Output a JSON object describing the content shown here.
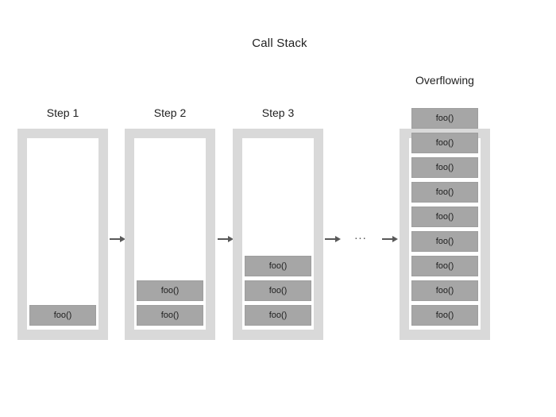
{
  "title": "Call Stack",
  "frame_label": "foo()",
  "ellipsis": "...",
  "colors": {
    "container": "#d9d9d9",
    "inner": "#ffffff",
    "frame": "#a6a6a6",
    "frame_border": "#9e9e9e",
    "arrow": "#595959",
    "text": "#1f1f1f"
  },
  "columns": [
    {
      "label": "Step 1",
      "frames": 1
    },
    {
      "label": "Step 2",
      "frames": 2
    },
    {
      "label": "Step 3",
      "frames": 3
    },
    {
      "label": "Overflowing",
      "frames": 9
    }
  ]
}
